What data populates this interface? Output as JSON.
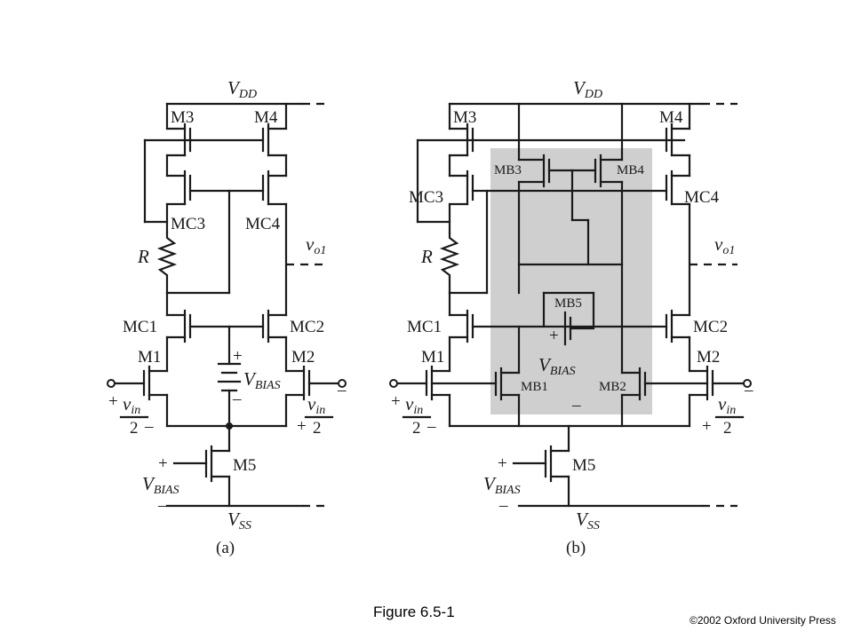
{
  "figure": {
    "caption": "Figure 6.5-1",
    "copyright": "©2002 Oxford University Press",
    "subfig_a": "(a)",
    "subfig_b": "(b)"
  },
  "labels": {
    "vdd": "V",
    "vdd_sub": "DD",
    "vss": "V",
    "vss_sub": "SS",
    "vbias": "V",
    "vbias_sub": "BIAS",
    "vo1": "v",
    "vo1_sub": "o1",
    "vin": "v",
    "vin_sub": "in",
    "two": "2",
    "r": "R",
    "plus": "+",
    "minus": "–",
    "m1": "M1",
    "m2": "M2",
    "m3": "M3",
    "m4": "M4",
    "m5": "M5",
    "mc1": "MC1",
    "mc2": "MC2",
    "mc3": "MC3",
    "mc4": "MC4",
    "mb1": "MB1",
    "mb2": "MB2",
    "mb3": "MB3",
    "mb4": "MB4",
    "mb5": "MB5"
  },
  "colors": {
    "wire": "#1a1a1a",
    "shade": "#cfcfcf"
  }
}
